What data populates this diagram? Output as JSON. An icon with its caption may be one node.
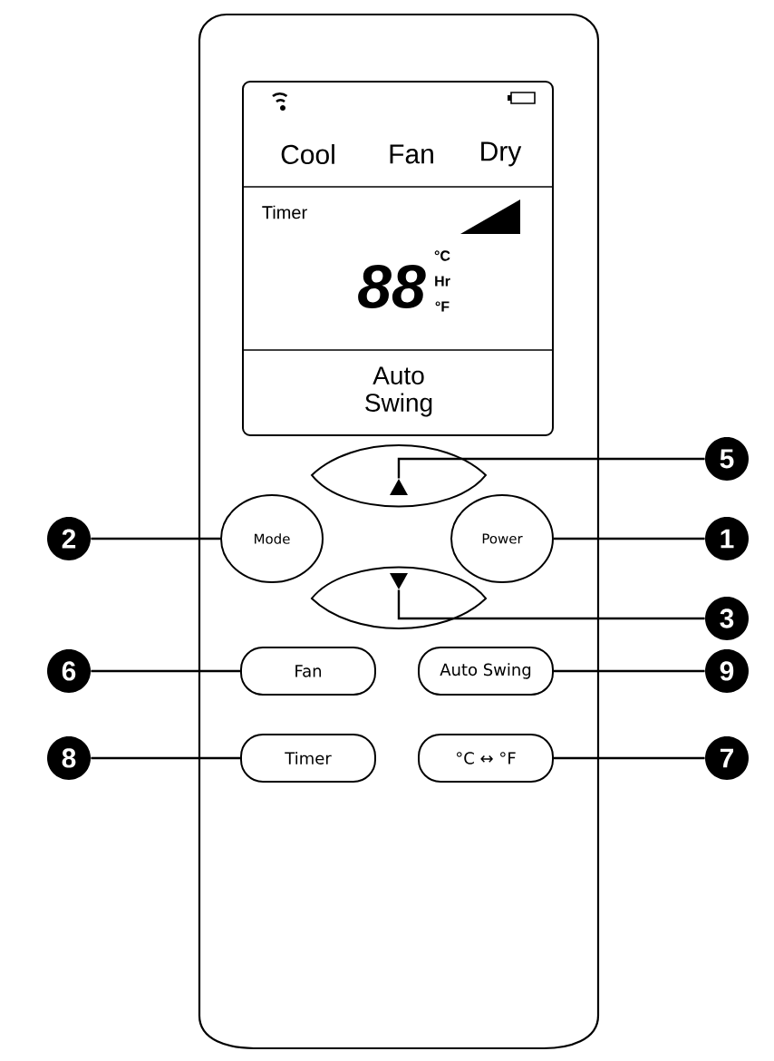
{
  "diagram": {
    "nodes": [
      {
        "text": [
          "5"
        ]
      },
      {
        "text": [],
        "shape": "button"
      },
      {
        "text": [
          "2"
        ]
      },
      {
        "text": [
          "Mode"
        ]
      },
      {
        "text": [
          "Power"
        ]
      },
      {
        "text": [
          "1"
        ]
      },
      {
        "text": [],
        "shape": "button"
      },
      {
        "text": [
          "3"
        ]
      },
      {
        "text": [
          "6"
        ]
      },
      {
        "text": [
          "Fan"
        ]
      },
      {
        "text": [
          "Auto Swing"
        ]
      },
      {
        "text": [
          "9"
        ]
      },
      {
        "text": [
          "8"
        ]
      },
      {
        "text": [
          "Timer"
        ]
      },
      {
        "text": [
          "°C ↔ °F"
        ]
      },
      {
        "text": [
          "7"
        ]
      }
    ],
    "edges": [
      {
        "from": 0,
        "to": 1,
        "arrow": "none"
      },
      {
        "from": 2,
        "to": 3,
        "arrow": "none"
      },
      {
        "from": 5,
        "to": 4,
        "arrow": "none"
      },
      {
        "from": 7,
        "to": 6,
        "arrow": "none"
      },
      {
        "from": 8,
        "to": 9,
        "arrow": "none"
      },
      {
        "from": 11,
        "to": 10,
        "arrow": "none"
      },
      {
        "from": 12,
        "to": 13,
        "arrow": "none"
      },
      {
        "from": 15,
        "to": 14,
        "arrow": "none"
      }
    ],
    "labels": [
      "Cool",
      "Fan",
      "Dry",
      "Timer",
      "88",
      "°C",
      "Hr",
      "°F",
      "Auto Swing"
    ]
  }
}
